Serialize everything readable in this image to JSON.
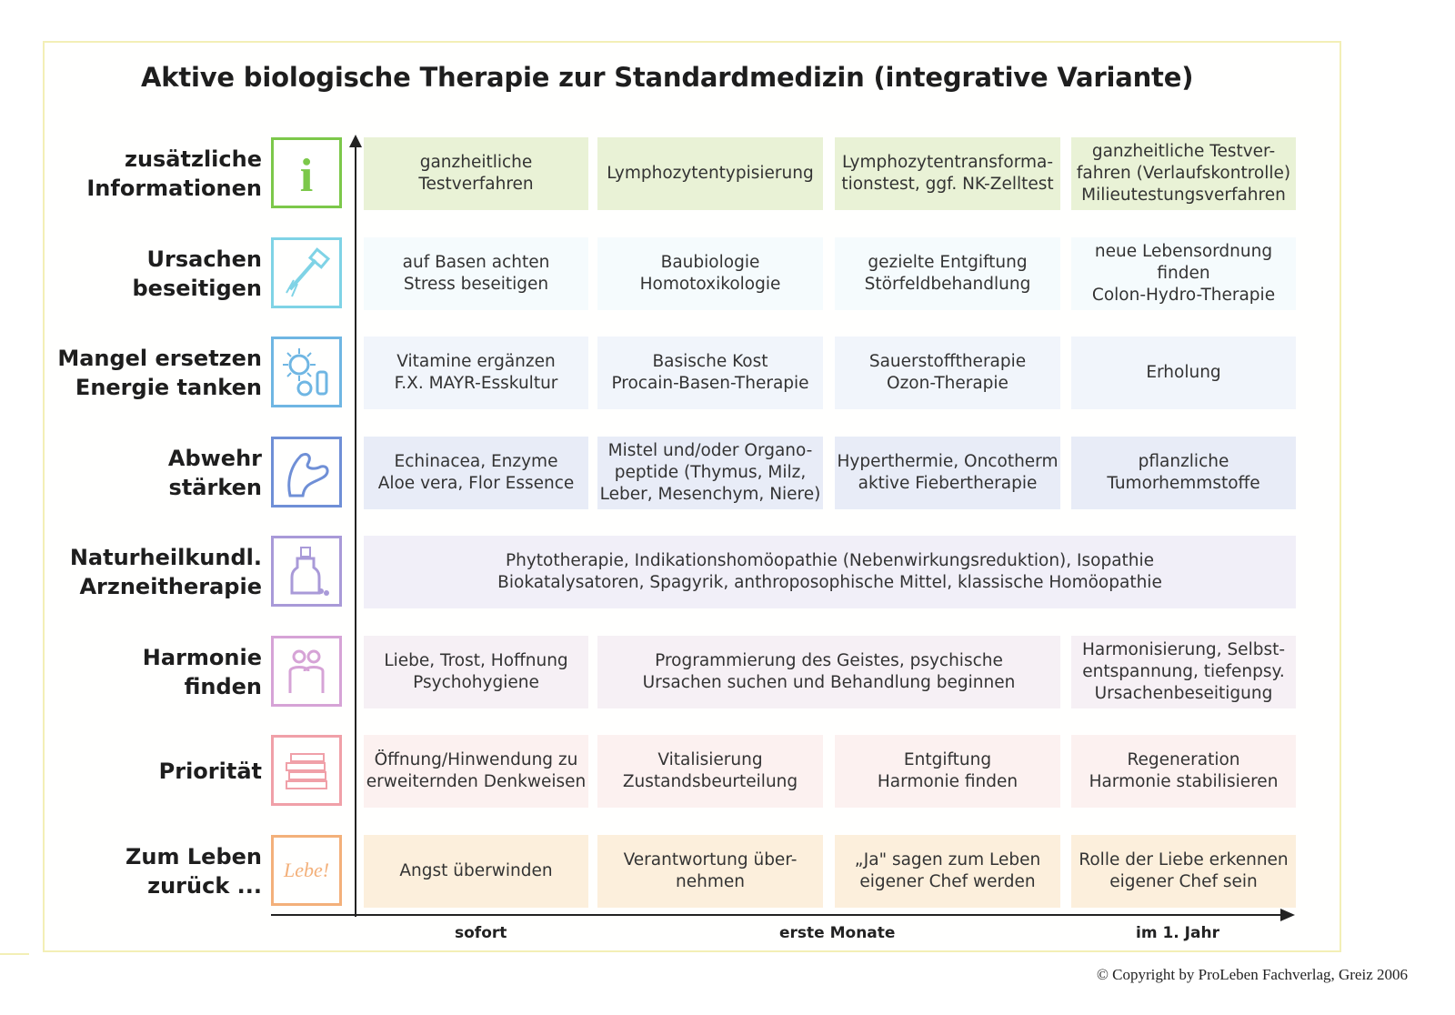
{
  "title": "Aktive biologische Therapie zur Standardmedizin (integrative Variante)",
  "rows": [
    {
      "label": [
        "zusätzliche",
        "Informationen"
      ],
      "icon": "info-icon",
      "color": "#7cc84a",
      "fill": "#e9f2d6",
      "cells": [
        [
          "ganzheitliche",
          "Testverfahren"
        ],
        [
          "Lymphozytentypisierung"
        ],
        [
          "Lymphozytentransforma-",
          "tionstest, ggf. NK-Zelltest"
        ],
        [
          "ganzheitliche Testver-",
          "fahren (Verlaufskontrolle)",
          "Milieutestungsverfahren"
        ]
      ]
    },
    {
      "label": [
        "Ursachen",
        "beseitigen"
      ],
      "icon": "broom-icon",
      "color": "#7fd3e6",
      "fill": "#f5fbfd",
      "cells": [
        [
          "auf Basen achten",
          "Stress beseitigen"
        ],
        [
          "Baubiologie",
          "Homotoxikologie"
        ],
        [
          "gezielte Entgiftung",
          "Störfeldbehandlung"
        ],
        [
          "neue Lebensordnung",
          "finden",
          "Colon-Hydro-Therapie"
        ]
      ]
    },
    {
      "label": [
        "Mangel ersetzen",
        "Energie tanken"
      ],
      "icon": "sun-bottle-icon",
      "color": "#6fb6e3",
      "fill": "#f1f5fb",
      "cells": [
        [
          "Vitamine ergänzen",
          "F.X. MAYR-Esskultur"
        ],
        [
          "Basische Kost",
          "Procain-Basen-Therapie"
        ],
        [
          "Sauerstofftherapie",
          "Ozon-Therapie"
        ],
        [
          "Erholung"
        ]
      ]
    },
    {
      "label": [
        "Abwehr",
        "stärken"
      ],
      "icon": "muscle-arm-icon",
      "color": "#6f8fd6",
      "fill": "#e8ecf7",
      "cells": [
        [
          "Echinacea, Enzyme",
          "Aloe vera, Flor Essence"
        ],
        [
          "Mistel und/oder Organo-",
          "peptide (Thymus, Milz,",
          "Leber, Mesenchym, Niere)"
        ],
        [
          "Hyperthermie, Oncotherm",
          "aktive Fiebertherapie"
        ],
        [
          "pflanzliche",
          "Tumorhemmstoffe"
        ]
      ]
    },
    {
      "label": [
        "Naturheilkundl.",
        "Arzneitherapie"
      ],
      "icon": "medicine-bottle-icon",
      "color": "#a99ad8",
      "fill": "#f1eff8",
      "full": [
        "Phytotherapie, Indikationshomöopathie (Nebenwirkungsreduktion), Isopathie",
        "Biokatalysatoren, Spagyrik, anthroposophische Mittel, klassische Homöopathie"
      ]
    },
    {
      "label": [
        "Harmonie",
        "finden"
      ],
      "icon": "embrace-icon",
      "color": "#d6a3d6",
      "fill": "#f6f0f5",
      "cells": [
        [
          "Liebe, Trost, Hoffnung",
          "Psychohygiene"
        ],
        [
          "Programmierung des Geistes, psychische",
          "Ursachen suchen und Behandlung beginnen"
        ],
        [
          "Harmonisierung, Selbst-",
          "entspannung, tiefenpsy.",
          "Ursachenbeseitigung"
        ]
      ]
    },
    {
      "label": [
        "Priorität"
      ],
      "icon": "stacked-books-icon",
      "color": "#f0a0a8",
      "fill": "#fcf1f0",
      "cells": [
        [
          "Öffnung/Hinwendung zu",
          "erweiternden Denkweisen"
        ],
        [
          "Vitalisierung",
          "Zustandsbeurteilung"
        ],
        [
          "Entgiftung",
          "Harmonie finden"
        ],
        [
          "Regeneration",
          "Harmonie stabilisieren"
        ]
      ]
    },
    {
      "label": [
        "Zum Leben",
        "zurück ..."
      ],
      "icon": "lebe-sign-icon",
      "icon_text": "Lebe!",
      "color": "#f3b07a",
      "fill": "#fcefdc",
      "cells": [
        [
          "Angst überwinden"
        ],
        [
          "Verantwortung über-",
          "nehmen"
        ],
        [
          "„Ja\" sagen zum Leben",
          "eigener Chef werden"
        ],
        [
          "Rolle der Liebe erkennen",
          "eigener Chef sein"
        ]
      ]
    }
  ],
  "time_axis": [
    "sofort",
    "erste Monate",
    "im 1. Jahr"
  ],
  "copyright": "© Copyright by ProLeben Fachverlag, Greiz 2006"
}
